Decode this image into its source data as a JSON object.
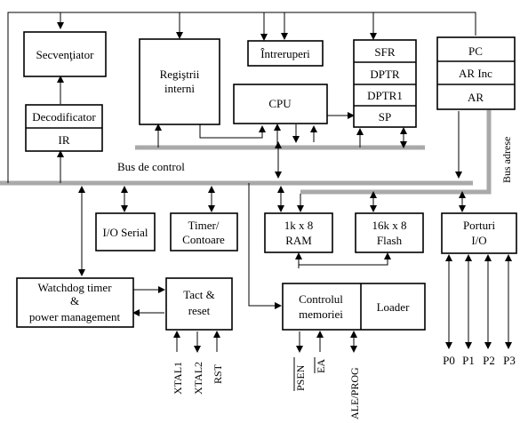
{
  "labels": {
    "secventiator": "Secvenţiator",
    "registrii_line1": "Regiştrii",
    "registrii_line2": "interni",
    "intreruperi": "Întreruperi",
    "sfr": "SFR",
    "dptr": "DPTR",
    "dptr1": "DPTR1",
    "sp": "SP",
    "pc": "PC",
    "ar_inc": "AR Inc",
    "ar": "AR",
    "decodificator": "Decodificator",
    "ir": "IR",
    "cpu": "CPU",
    "bus_control": "Bus de control",
    "bus_adrese": "Bus adrese",
    "io_serial": "I/O Serial",
    "timer_line1": "Timer/",
    "timer_line2": "Contoare",
    "ram_line1": "1k x 8",
    "ram_line2": "RAM",
    "flash_line1": "16k x 8",
    "flash_line2": "Flash",
    "porturi_line1": "Porturi",
    "porturi_line2": "I/O",
    "watchdog_line1": "Watchdog timer",
    "watchdog_line2": "&",
    "watchdog_line3": "power management",
    "tact_line1": "Tact &",
    "tact_line2": "reset",
    "controlul_line1": "Controlul",
    "controlul_line2": "memoriei",
    "loader": "Loader",
    "xtal1": "XTAL1",
    "xtal2": "XTAL2",
    "rst": "RST",
    "psen": "PSEN",
    "ea": "EA",
    "ale_prog": "ALE/PROG",
    "p0": "P0",
    "p1": "P1",
    "p2": "P2",
    "p3": "P3"
  }
}
